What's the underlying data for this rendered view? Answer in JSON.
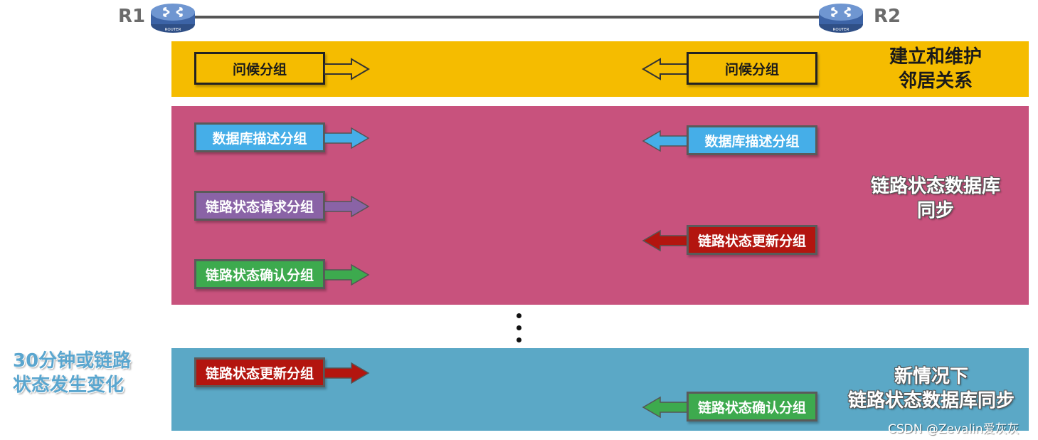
{
  "routers": {
    "left_label": "R1",
    "right_label": "R2",
    "icon_text": "ROUTER"
  },
  "bands": {
    "hello": {
      "title_line1": "建立和维护",
      "title_line2": "邻居关系",
      "left_packet": "问候分组",
      "right_packet": "问候分组"
    },
    "sync": {
      "title_line1": "链路状态数据库",
      "title_line2": "同步",
      "left_packets": [
        "数据库描述分组",
        "链路状态请求分组",
        "链路状态确认分组"
      ],
      "right_packets": [
        "数据库描述分组",
        "链路状态更新分组"
      ]
    },
    "update": {
      "title_line1": "新情况下",
      "title_line2": "链路状态数据库同步",
      "left_packet": "链路状态更新分组",
      "right_packet": "链路状态确认分组"
    }
  },
  "trigger": {
    "line1": "30分钟或链路",
    "line2": "状态发生变化"
  },
  "watermark": "CSDN @Zevalin爱灰灰",
  "colors": {
    "hello_band": "#f5bc00",
    "sync_band": "#c8527d",
    "update_band": "#5ba8c6",
    "dd_packet": "#45aee8",
    "lsr_packet": "#8a63a6",
    "lsack_packet": "#3daa4e",
    "lsu_packet": "#b3150f"
  }
}
